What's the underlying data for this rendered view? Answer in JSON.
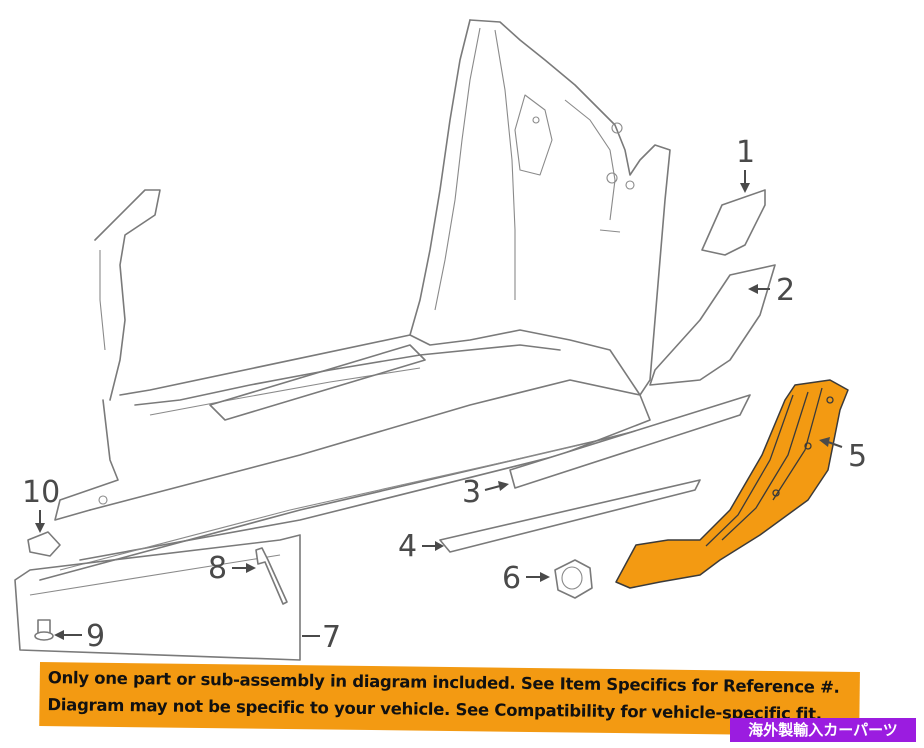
{
  "callouts": [
    {
      "id": "1",
      "label": "1"
    },
    {
      "id": "2",
      "label": "2"
    },
    {
      "id": "3",
      "label": "3"
    },
    {
      "id": "4",
      "label": "4"
    },
    {
      "id": "5",
      "label": "5"
    },
    {
      "id": "6",
      "label": "6"
    },
    {
      "id": "7",
      "label": "7"
    },
    {
      "id": "8",
      "label": "8"
    },
    {
      "id": "9",
      "label": "9"
    },
    {
      "id": "10",
      "label": "10"
    }
  ],
  "highlighted_part": "5",
  "colors": {
    "highlight": "#f39a12",
    "banner": "#f39a12",
    "seller_tag": "#9b1ce0",
    "line_art": "#7a7a7a"
  },
  "notice": {
    "line1": "Only one part or sub-assembly in diagram included. See Item Specifics for Reference #.",
    "line2": "Diagram may not be specific to your vehicle. See Compatibility for vehicle-specific fit."
  },
  "seller_tag": "海外製輸入カーパーツ"
}
